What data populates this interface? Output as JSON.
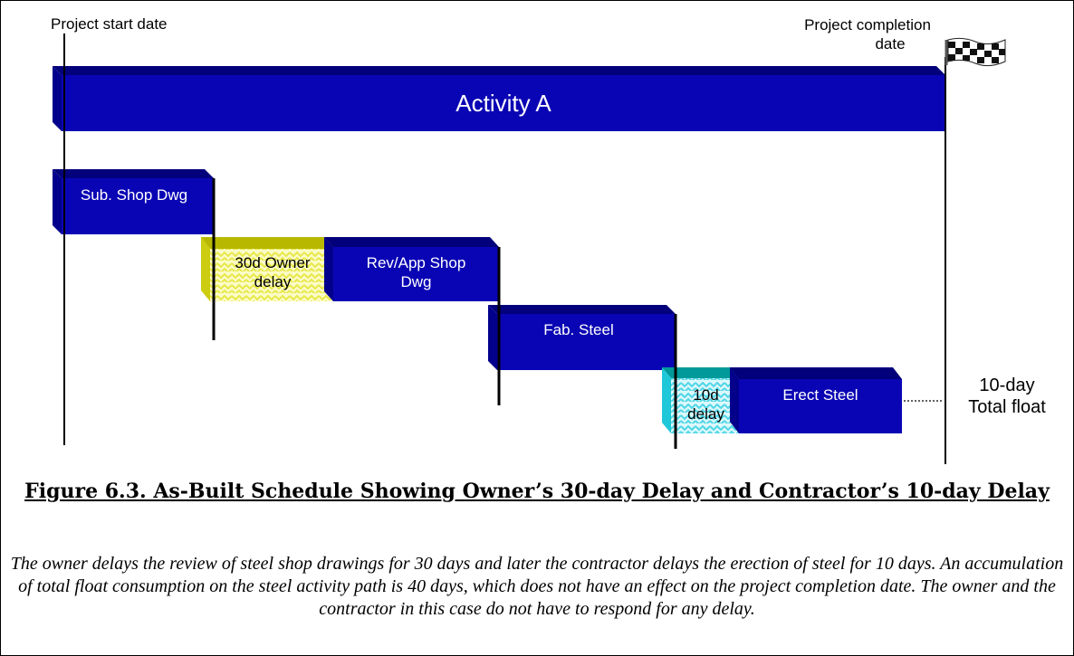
{
  "labels": {
    "project_start": "Project start date",
    "project_completion_line1": "Project completion",
    "project_completion_line2": "date",
    "total_float_line1": "10-day",
    "total_float_line2": "Total float"
  },
  "activities": {
    "activity_a": "Activity A",
    "sub_shop_dwg": "Sub. Shop Dwg",
    "owner_delay_line1": "30d Owner",
    "owner_delay_line2": "delay",
    "rev_app_line1": "Rev/App Shop",
    "rev_app_line2": "Dwg",
    "fab_steel": "Fab. Steel",
    "contractor_delay_line1": "10d",
    "contractor_delay_line2": "delay",
    "erect_steel": "Erect Steel"
  },
  "caption": {
    "title": "Figure 6.3. As-Built Schedule Showing Owner’s 30-day Delay and Contractor’s 10-day Delay",
    "body": "The owner delays the review of steel shop drawings for 30 days and later the contractor delays the erection of steel for 10 days.  An accumulation of total float consumption on the steel activity path is 40 days, which does not have an effect on the project completion date.  The owner and the contractor in this case do not have to respond for any delay."
  },
  "colors": {
    "bar_front": "#0a05b4",
    "bar_top": "#02007a",
    "owner_delay": "#e0e030",
    "contractor_delay": "#33e0e0"
  }
}
